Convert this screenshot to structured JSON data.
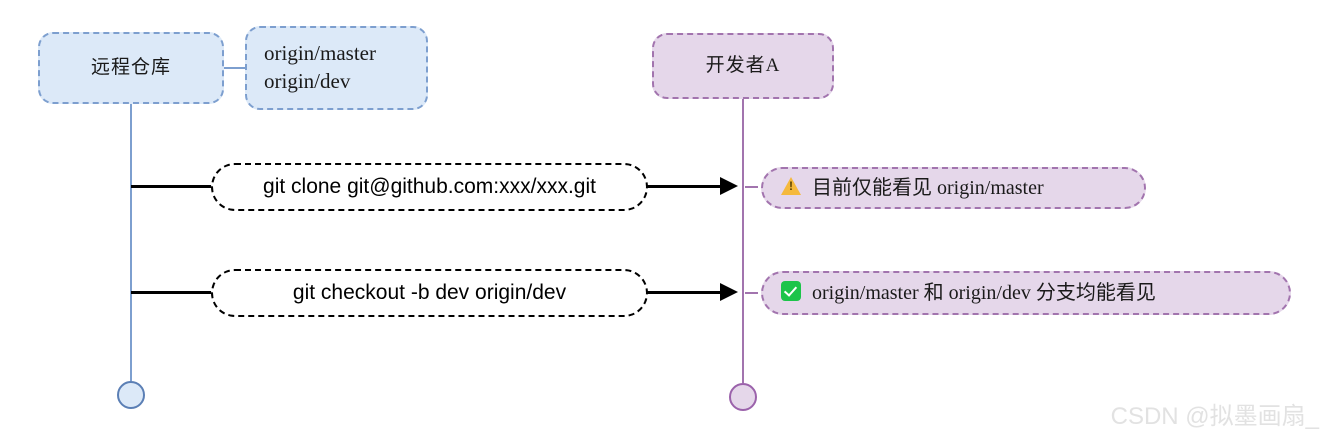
{
  "diagram": {
    "type": "sequence-diagram",
    "colors": {
      "blue_fill": "#dce9f8",
      "blue_border": "#7d9fcf",
      "purple_fill": "#e5d7ea",
      "purple_border": "#a274ae",
      "message_line": "#000000",
      "watermark": "#e2e2e2"
    },
    "actors": {
      "remote_repo": {
        "label": "远程仓库"
      },
      "developer_a": {
        "label": "开发者A"
      }
    },
    "notes": {
      "origin_branches": {
        "label": "origin/master\norigin/dev"
      }
    },
    "messages": [
      {
        "id": "clone",
        "command": "git clone git@github.com:xxx/xxx.git"
      },
      {
        "id": "checkout",
        "command": "git checkout -b dev origin/dev"
      }
    ],
    "results": [
      {
        "id": "only-master",
        "icon": "warning-icon",
        "text": "目前仅能看见 origin/master"
      },
      {
        "id": "both-branches",
        "icon": "check-icon",
        "text": "origin/master 和 origin/dev 分支均能看见"
      }
    ],
    "watermark": "CSDN @拟墨画扇_"
  }
}
